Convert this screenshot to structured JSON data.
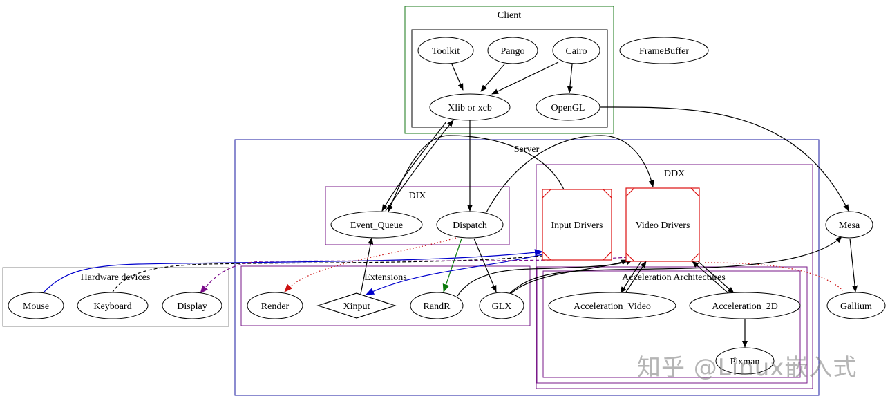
{
  "clusters": {
    "client": "Client",
    "server": "Server",
    "dix": "DIX",
    "ddx": "DDX",
    "extensions": "Extensions",
    "acceleration": "Acceleration Architectures",
    "hardware": "Hardware devices"
  },
  "nodes": {
    "toolkit": "Toolkit",
    "pango": "Pango",
    "cairo": "Cairo",
    "xlib": "Xlib or xcb",
    "opengl": "OpenGL",
    "framebuffer": "FrameBuffer",
    "event_queue": "Event_Queue",
    "dispatch": "Dispatch",
    "input_drivers": "Input Drivers",
    "video_drivers": "Video Drivers",
    "render": "Render",
    "xinput": "Xinput",
    "randr": "RandR",
    "glx": "GLX",
    "accel_video": "Acceleration_Video",
    "accel_2d": "Acceleration_2D",
    "pixman": "Pixman",
    "mesa": "Mesa",
    "gallium": "Gallium",
    "mouse": "Mouse",
    "keyboard": "Keyboard",
    "display": "Display"
  },
  "colors": {
    "client_border": "#1a7a1a",
    "server_border": "#1a1aa0",
    "subcluster_border": "#7a1a8a",
    "hardware_border": "#888888",
    "driver_border": "#dd1111",
    "edge_default": "#000000",
    "edge_blue": "#0000cc",
    "edge_purple": "#7a0a8a",
    "edge_green": "#0a7a0a",
    "edge_red_dotted": "#cc1111"
  },
  "watermark": "知乎 @Linux嵌入式"
}
